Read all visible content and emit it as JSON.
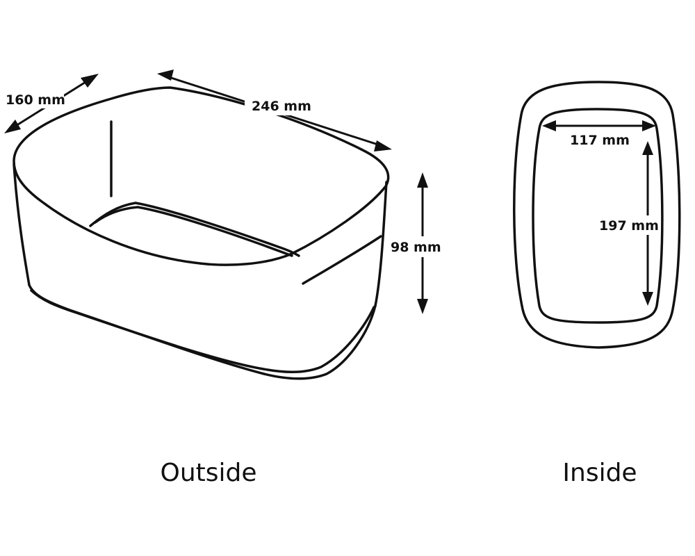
{
  "outside": {
    "caption": "Outside",
    "dimensions": {
      "depth": "160 mm",
      "width": "246 mm",
      "height": "98 mm"
    }
  },
  "inside": {
    "caption": "Inside",
    "dimensions": {
      "width": "117 mm",
      "length": "197 mm"
    }
  },
  "colors": {
    "line": "#111111",
    "background": "#ffffff"
  }
}
